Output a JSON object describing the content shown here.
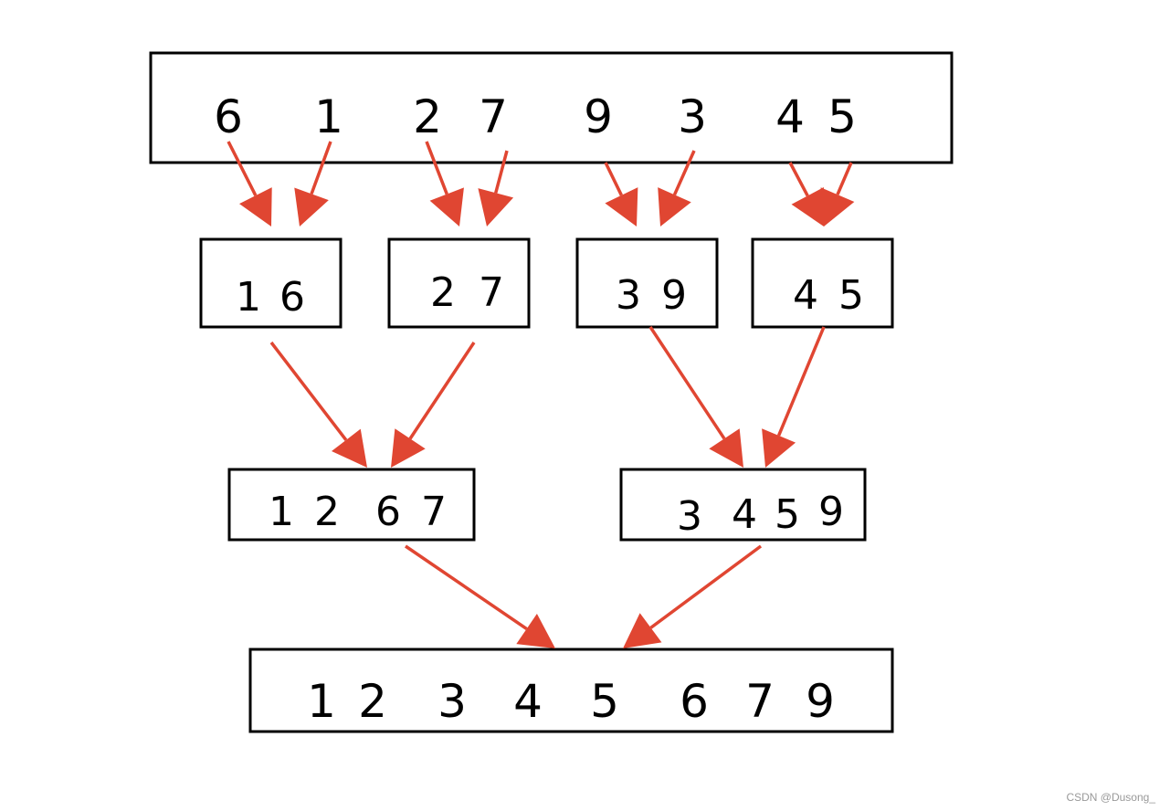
{
  "title": "Merge sort diagram",
  "levels": {
    "input": [
      "6",
      "1",
      "2",
      "7",
      "9",
      "3",
      "4",
      "5"
    ],
    "pairs": [
      [
        "1",
        "6"
      ],
      [
        "2",
        "7"
      ],
      [
        "3",
        "9"
      ],
      [
        "4",
        "5"
      ]
    ],
    "quads": [
      [
        "1",
        "2",
        "6",
        "7"
      ],
      [
        "3",
        "4",
        "5",
        "9"
      ]
    ],
    "output": [
      "1",
      "2",
      "3",
      "4",
      "5",
      "6",
      "7",
      "9"
    ]
  },
  "colors": {
    "arrow": "#e04632",
    "box": "#000000"
  },
  "watermark": "CSDN @Dusong_"
}
